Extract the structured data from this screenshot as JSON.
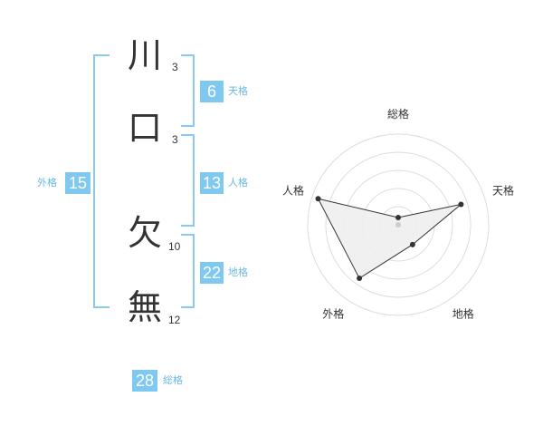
{
  "name_chars": [
    {
      "char": "川",
      "strokes": "3"
    },
    {
      "char": "口",
      "strokes": "3"
    },
    {
      "char": "欠",
      "strokes": "10"
    },
    {
      "char": "無",
      "strokes": "12"
    }
  ],
  "scores": {
    "tenkaku": {
      "value": "6",
      "label": "天格"
    },
    "jinkaku": {
      "value": "13",
      "label": "人格"
    },
    "chikaku": {
      "value": "22",
      "label": "地格"
    },
    "gaikaku": {
      "value": "15",
      "label": "外格"
    },
    "soukaku": {
      "value": "28",
      "label": "総格"
    }
  },
  "colors": {
    "accent": "#7fc8f0",
    "bracket": "#8cc8ef",
    "radar_fill": "#eeeeee"
  },
  "chart_data": {
    "type": "radar",
    "axes": [
      "総格",
      "天格",
      "地格",
      "外格",
      "人格"
    ],
    "values": [
      0.08,
      0.73,
      0.27,
      0.73,
      0.93
    ],
    "rings": 5
  }
}
